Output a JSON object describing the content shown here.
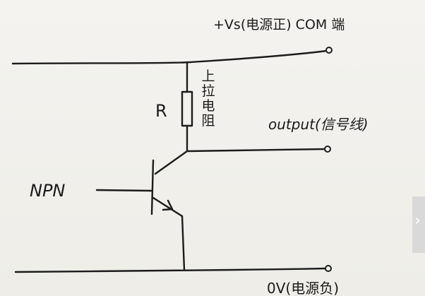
{
  "labels": {
    "supply_positive": "+Vs(电源正) COM 端",
    "resistor": "R",
    "pullup_resistor": "上拉电阻",
    "output": "output(信号线)",
    "transistor": "NPN",
    "supply_negative": "0V(电源负)"
  },
  "icons": {
    "side_arrow": "chevron-right-icon",
    "side_arrow_glyph": "›"
  },
  "colors": {
    "ink": "#1c1c1c",
    "paper": "#f2f1ed",
    "side_panel": "#d9d9d9"
  }
}
